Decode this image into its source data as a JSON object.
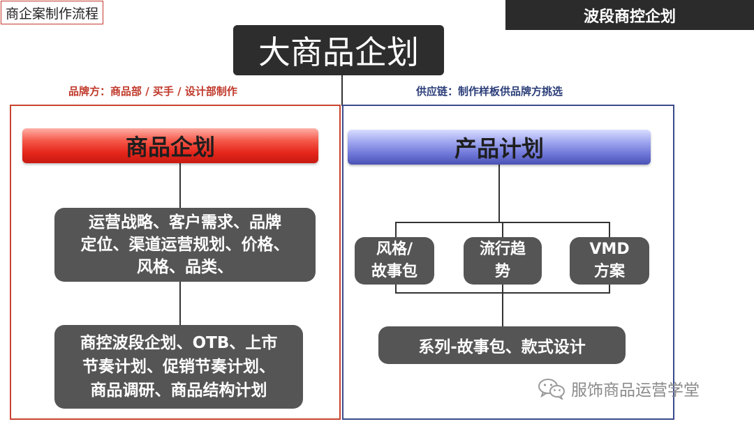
{
  "header": {
    "corner_tag": "商企案制作流程",
    "banner": "波段商控企划",
    "main_title": "大商品企划"
  },
  "left": {
    "subtitle": "品牌方：商品部 / 买手 / 设计部制作",
    "heading": "商品企划",
    "box_strategy": {
      "line1": "运营战略、客户需求、品牌",
      "line2": "定位、渠道运营规划、价格、",
      "line3": "风格、品类、"
    },
    "box_otb": {
      "line1": "商控波段企划、OTB、上市",
      "line2": "节奏计划、促销节奏计划、",
      "line3": "商品调研、商品结构计划"
    }
  },
  "right": {
    "subtitle": "供应链：制作样板供品牌方挑选",
    "heading": "产品计划",
    "box_style": {
      "line1": "风格/",
      "line2": "故事包"
    },
    "box_trend": {
      "line1": "流行趋",
      "line2": "势"
    },
    "box_vmd": {
      "line1": "VMD",
      "line2": "方案"
    },
    "box_series": "系列-故事包、款式设计"
  },
  "watermark": {
    "text": "服饰商品运营学堂",
    "icon": "wechat-icon"
  },
  "colors": {
    "red_accent": "#c9432e",
    "blue_accent": "#3b4a8c",
    "dark_box": "#555555",
    "title_box": "#2d2d2d"
  }
}
